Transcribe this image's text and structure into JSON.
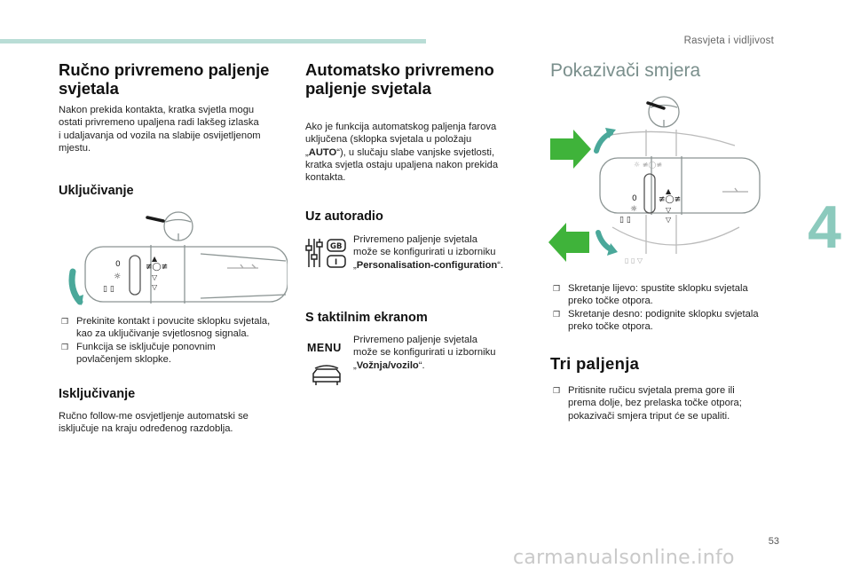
{
  "header": {
    "section": "Rasvjeta i vidljivost"
  },
  "chapter_number": "4",
  "page_number": "53",
  "watermark": "carmanualsonline.info",
  "col1": {
    "title_line1": "Ručno privremeno paljenje",
    "title_line2": "svjetala",
    "intro": [
      "Nakon prekida kontakta, kratka svjetla mogu",
      "ostati privremeno upaljena radi lakšeg izlaska",
      "i udaljavanja od vozila na slabije osvijetljenom",
      "mjestu."
    ],
    "on_title": "Uključivanje",
    "on_bullets": [
      {
        "l1": "Prekinite kontakt i povucite sklopku svjetala,",
        "l2": "kao za uključivanje svjetlosnog signala."
      },
      {
        "l1": "Funkcija se isključuje ponovnim",
        "l2": "povlačenjem sklopke."
      }
    ],
    "off_title": "Isključivanje",
    "off_text": [
      "Ručno follow-me osvjetljenje automatski se",
      "isključuje na kraju određenog razdoblja."
    ]
  },
  "col2": {
    "title_line1": "Automatsko privremeno",
    "title_line2": "paljenje svjetala",
    "intro_l1": "Ako je funkcija automatskog paljenja farova",
    "intro_l2": "uključena (sklopka svjetala u položaju",
    "intro_l3_pre": "„",
    "intro_l3_bold": "AUTO",
    "intro_l3_post": "“), u slučaju slabe vanjske svjetlosti,",
    "intro_l4": "kratka svjetla ostaju upaljena nakon prekida",
    "intro_l5": "kontakta.",
    "radio_title": "Uz autoradio",
    "radio_l1": "Privremeno paljenje svjetala",
    "radio_l2": "može se konfigurirati u izborniku",
    "radio_l3_pre": "„",
    "radio_l3_bold": "Personalisation-configuration",
    "radio_l3_post": "“.",
    "radio_icon_text_top": "GB",
    "radio_icon_text_bottom": "I",
    "touch_title": "S taktilnim ekranom",
    "touch_l1": "Privremeno paljenje svjetala",
    "touch_l2": "može se konfigurirati u izborniku",
    "touch_l3_pre": "„",
    "touch_l3_bold": "Vožnja/vozilo",
    "touch_l3_post": "“.",
    "menu_label": "MENU"
  },
  "col3": {
    "title": "Pokazivači smjera",
    "bullets": [
      {
        "l1": "Skretanje lijevo: spustite sklopku svjetala",
        "l2": "preko točke otpora."
      },
      {
        "l1": "Skretanje desno: podignite sklopku svjetala",
        "l2": "preko točke otpora."
      }
    ],
    "tri_title": "Tri paljenja",
    "tri_bullet": {
      "l1": "Pritisnite ručicu svjetala prema gore ili",
      "l2": "prema dolje, bez prelaska točke otpora;",
      "l3": "pokazivači smjera triput će se upaliti."
    }
  },
  "icons": {
    "bullet": "square-bullet-icon",
    "arrow_color": "#3fb33a",
    "lever_arrow_color": "#4aa89a"
  }
}
